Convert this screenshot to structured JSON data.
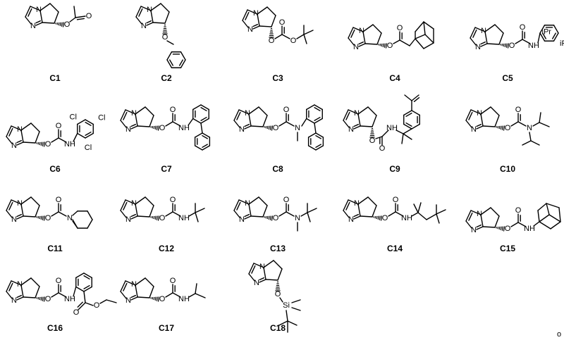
{
  "compounds": [
    {
      "label": "C1",
      "sub": "acetate"
    },
    {
      "label": "C2",
      "sub": "benzyl"
    },
    {
      "label": "C3",
      "sub": "boc"
    },
    {
      "label": "C4",
      "sub": "adamantylacetate"
    },
    {
      "label": "C5",
      "sub": "dipp"
    },
    {
      "label": "C6",
      "sub": "trichloro"
    },
    {
      "label": "C7",
      "sub": "biphenylNH"
    },
    {
      "label": "C8",
      "sub": "biphenylNMe"
    },
    {
      "label": "C9",
      "sub": "cumyl"
    },
    {
      "label": "C10",
      "sub": "diisopropyl"
    },
    {
      "label": "C11",
      "sub": "piperidine"
    },
    {
      "label": "C12",
      "sub": "tBuNH"
    },
    {
      "label": "C13",
      "sub": "tBuNMe"
    },
    {
      "label": "C14",
      "sub": "tOctNH"
    },
    {
      "label": "C15",
      "sub": "adamantylNH"
    },
    {
      "label": "C16",
      "sub": "ester"
    },
    {
      "label": "C17",
      "sub": "iPrNH"
    },
    {
      "label": "C18",
      "sub": "tbs"
    }
  ],
  "atoms": {
    "N": "N",
    "O": "O",
    "Cl": "Cl",
    "Si": "Si",
    "iPr": "iPr"
  },
  "corner_mark": "o"
}
